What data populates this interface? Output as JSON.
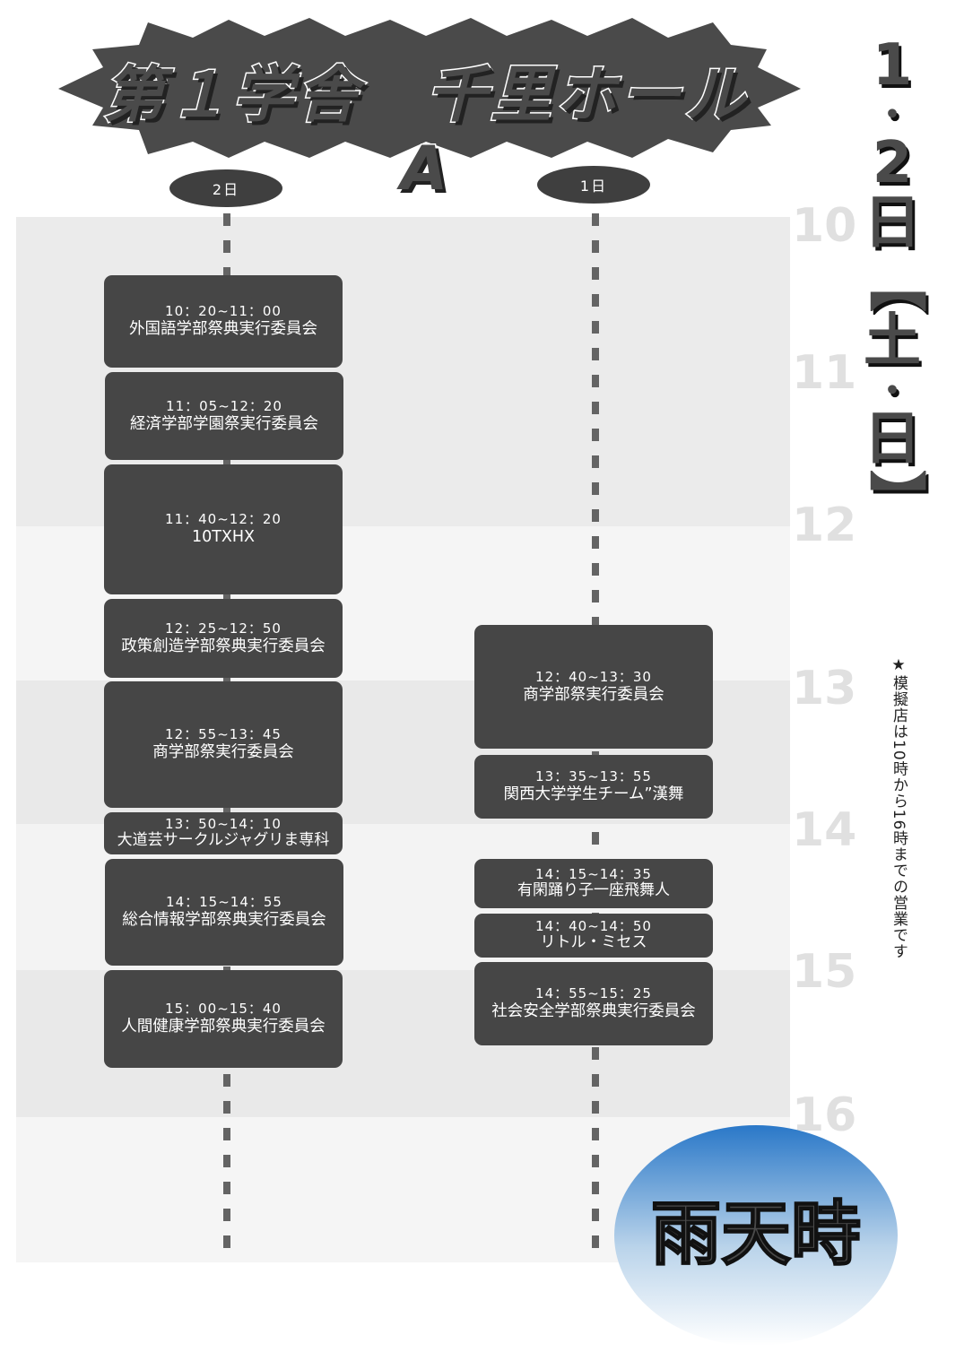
{
  "title": "第１学舎　千里ホールA",
  "date_vertical": [
    "1",
    "・",
    "2",
    "日",
    "【",
    "土",
    "・",
    "日",
    "】"
  ],
  "note": "★模擬店は10時から16時までの営業です",
  "hours": [
    "10",
    "11",
    "12",
    "13",
    "14",
    "15",
    "16"
  ],
  "columns": [
    {
      "label": "2日",
      "events": [
        {
          "time": "10：20~11：00",
          "name": "外国語学部祭典実行委員会"
        },
        {
          "time": "11：05~12：20",
          "name": "経済学部学園祭実行委員会"
        },
        {
          "time": "11：40~12：20",
          "name": "10TXHX"
        },
        {
          "time": "12：25~12：50",
          "name": "政策創造学部祭典実行委員会"
        },
        {
          "time": "12：55~13：45",
          "name": "商学部祭実行委員会"
        },
        {
          "time": "13：50~14：10",
          "name": "大道芸サークルジャグリま専科"
        },
        {
          "time": "14：15~14：55",
          "name": "総合情報学部祭典実行委員会"
        },
        {
          "time": "15：00~15：40",
          "name": "人間健康学部祭典実行委員会"
        }
      ]
    },
    {
      "label": "1日",
      "events": [
        {
          "time": "12：40~13：30",
          "name": "商学部祭実行委員会"
        },
        {
          "time": "13：35~13：55",
          "name": "関西大学学生チーム”漢舞"
        },
        {
          "time": "14：15~14：35",
          "name": "有閑踊り子一座飛舞人"
        },
        {
          "time": "14：40~14：50",
          "name": "リトル・ミセス"
        },
        {
          "time": "14：55~15：25",
          "name": "社会安全学部祭典実行委員会"
        }
      ]
    }
  ],
  "badge": "雨天時",
  "colors": {
    "event_box": "#464646",
    "accent_blue": "#2a78c8"
  }
}
